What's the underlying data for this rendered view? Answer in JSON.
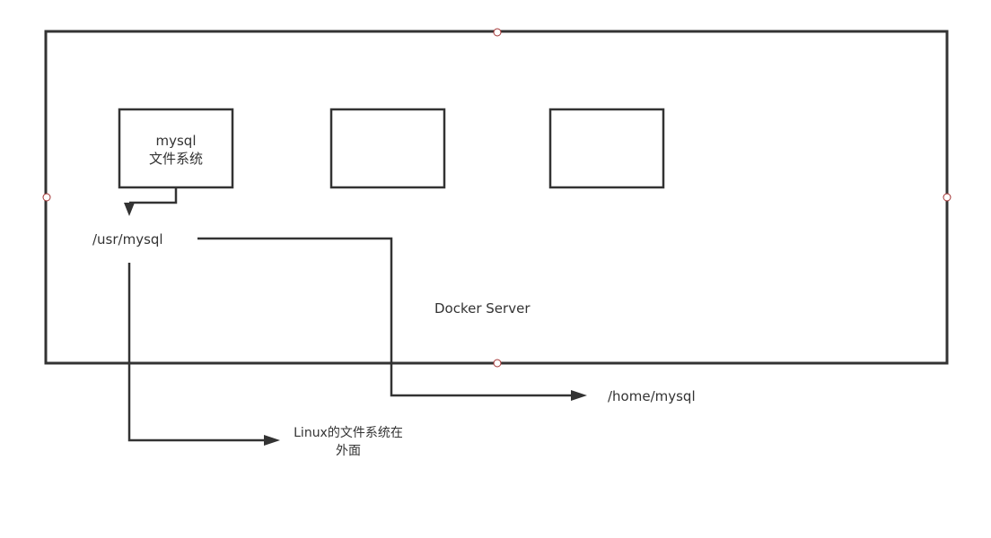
{
  "nodes": {
    "container_mysql": {
      "line1": "mysql",
      "line2": "文件系统"
    },
    "usr_mysql": "/usr/mysql",
    "docker_server": "Docker Server",
    "home_mysql": "/home/mysql",
    "linux_fs": {
      "line1": "Linux的文件系统在",
      "line2": "外面"
    }
  },
  "colors": {
    "stroke": "#333333",
    "handle": "#a33333"
  }
}
